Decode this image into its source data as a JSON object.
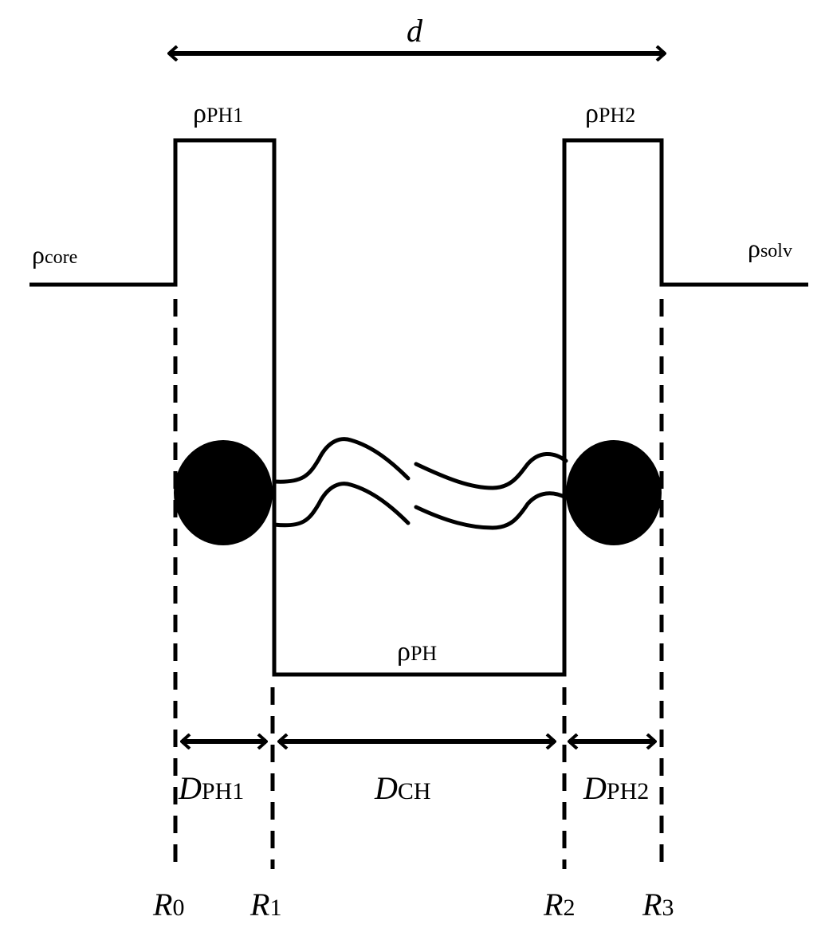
{
  "diagram": {
    "type": "electron-density-profile",
    "colors": {
      "line": "#000000",
      "background": "#ffffff"
    },
    "labels": {
      "d": "d",
      "rho_symbol": "ρ",
      "rho_core_sub": "core",
      "rho_solv_sub": "solv",
      "rho_ph1_sub": "PH1",
      "rho_ph2_sub": "PH2",
      "rho_ph_sub": "PH",
      "D_symbol": "D",
      "D_ph1_sub": "PH1",
      "D_ch_sub": "CH",
      "D_ph2_sub": "PH2",
      "R_symbol": "R",
      "R0_sub": "0",
      "R1_sub": "1",
      "R2_sub": "2",
      "R3_sub": "3"
    },
    "regions": [
      "core",
      "PH1",
      "CH",
      "PH2",
      "solvent"
    ],
    "boundaries": [
      "R0",
      "R1",
      "R2",
      "R3"
    ],
    "density_levels": {
      "core": "baseline",
      "PH1": "high",
      "CH": "low",
      "PH2": "high",
      "solvent": "baseline"
    }
  }
}
